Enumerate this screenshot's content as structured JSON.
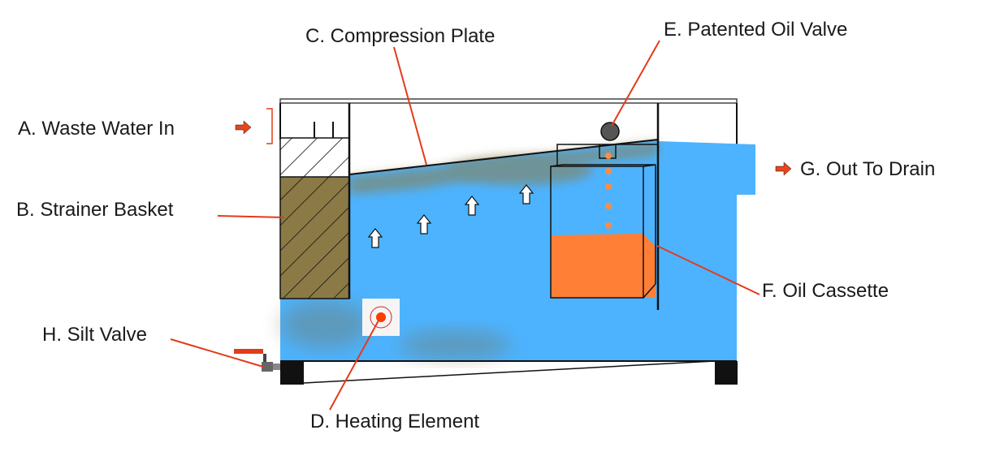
{
  "labels": {
    "a": "A. Waste Water In",
    "b": "B. Strainer Basket",
    "c": "C. Compression Plate",
    "d": "D. Heating Element",
    "e": "E. Patented Oil Valve",
    "f": "F. Oil Cassette",
    "g": "G. Out To Drain",
    "h": "H. Silt Valve"
  },
  "colors": {
    "water": "#4db3ff",
    "oil": "#ff7f36",
    "sludge": "#8b7a45",
    "leader_line": "#e33b1a",
    "arrow": "#e8451e",
    "outline": "#111111"
  }
}
